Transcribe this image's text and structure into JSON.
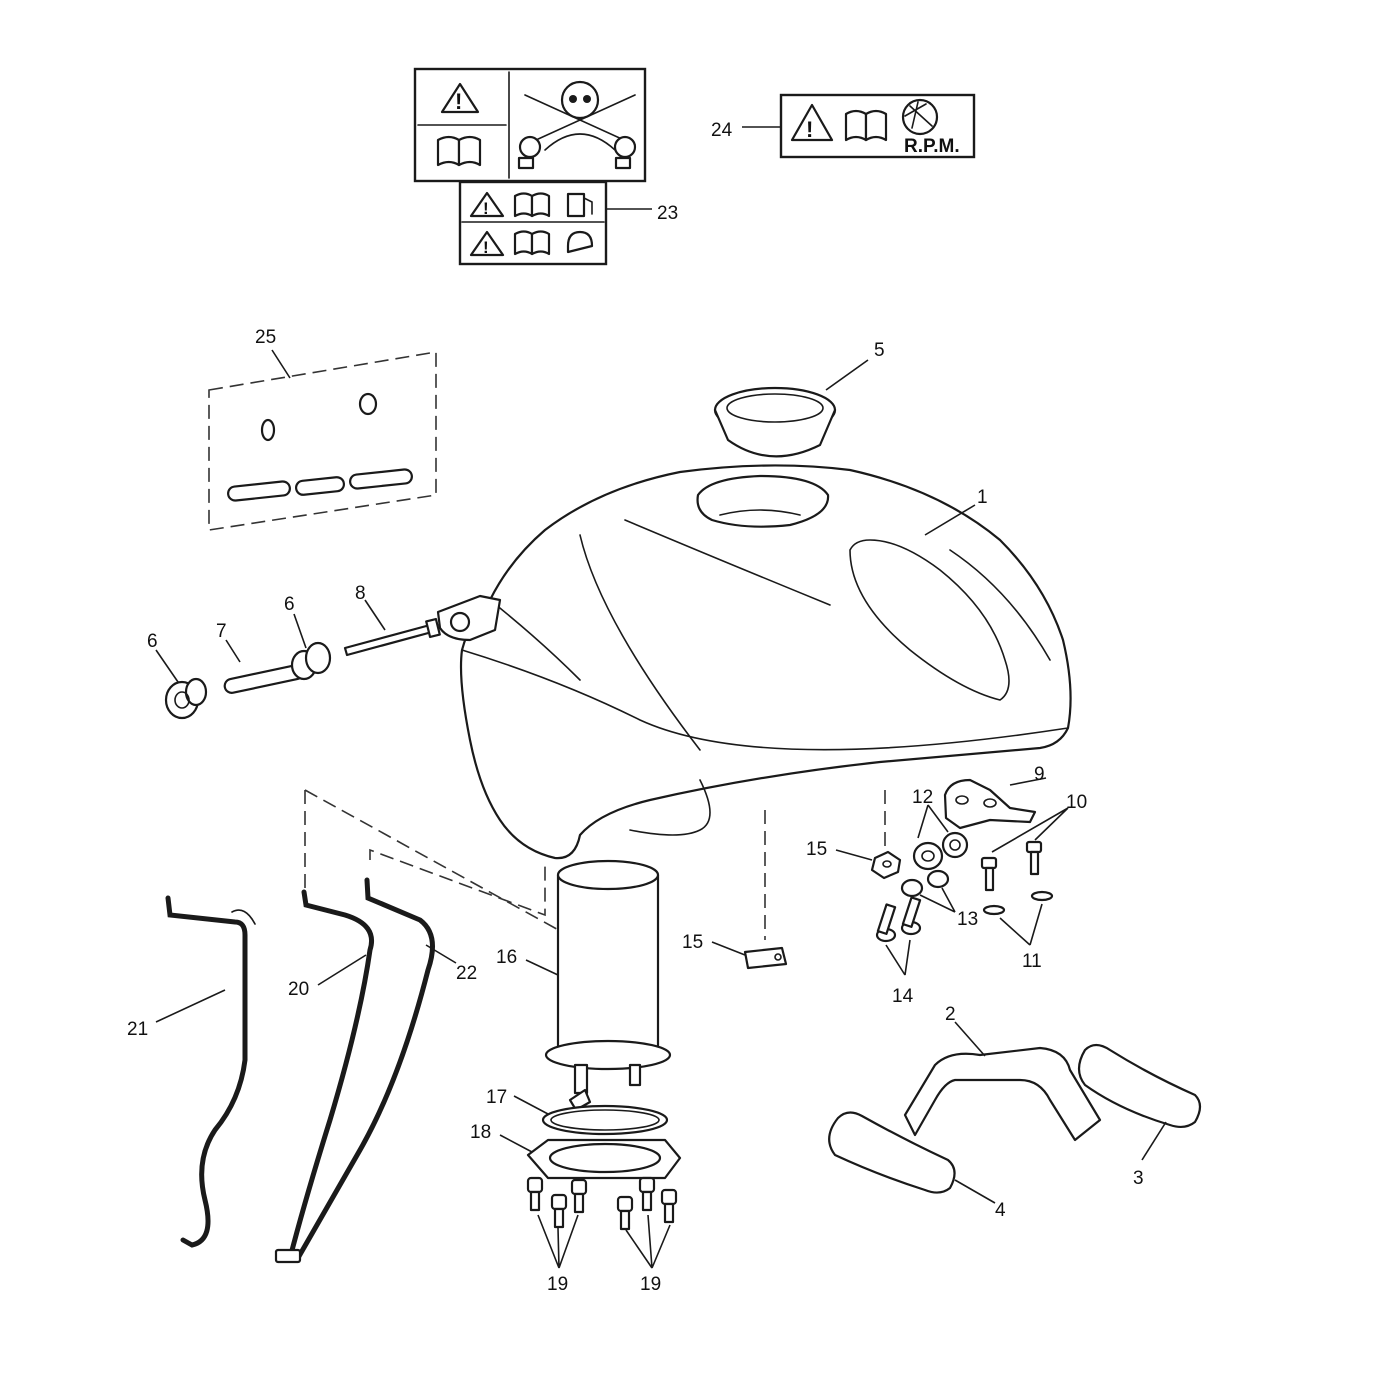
{
  "diagram": {
    "callouts": [
      {
        "id": "c1",
        "text": "1"
      },
      {
        "id": "c2",
        "text": "2"
      },
      {
        "id": "c3",
        "text": "3"
      },
      {
        "id": "c4",
        "text": "4"
      },
      {
        "id": "c5",
        "text": "5"
      },
      {
        "id": "c6a",
        "text": "6"
      },
      {
        "id": "c6b",
        "text": "6"
      },
      {
        "id": "c7",
        "text": "7"
      },
      {
        "id": "c8",
        "text": "8"
      },
      {
        "id": "c9",
        "text": "9"
      },
      {
        "id": "c10",
        "text": "10"
      },
      {
        "id": "c11",
        "text": "11"
      },
      {
        "id": "c12",
        "text": "12"
      },
      {
        "id": "c13",
        "text": "13"
      },
      {
        "id": "c14",
        "text": "14"
      },
      {
        "id": "c15a",
        "text": "15"
      },
      {
        "id": "c15b",
        "text": "15"
      },
      {
        "id": "c16",
        "text": "16"
      },
      {
        "id": "c17",
        "text": "17"
      },
      {
        "id": "c18",
        "text": "18"
      },
      {
        "id": "c19a",
        "text": "19"
      },
      {
        "id": "c19b",
        "text": "19"
      },
      {
        "id": "c20",
        "text": "20"
      },
      {
        "id": "c21",
        "text": "21"
      },
      {
        "id": "c22",
        "text": "22"
      },
      {
        "id": "c23",
        "text": "23"
      },
      {
        "id": "c24",
        "text": "24"
      },
      {
        "id": "c25",
        "text": "25"
      }
    ],
    "label_24_text": "R.P.M.",
    "warning_glyph": "!",
    "icons": [
      "warning-triangle-icon",
      "manual-book-icon",
      "skull-crossbones-icon",
      "helmet-icon",
      "fuel-pump-icon",
      "rpm-gauge-icon"
    ]
  }
}
